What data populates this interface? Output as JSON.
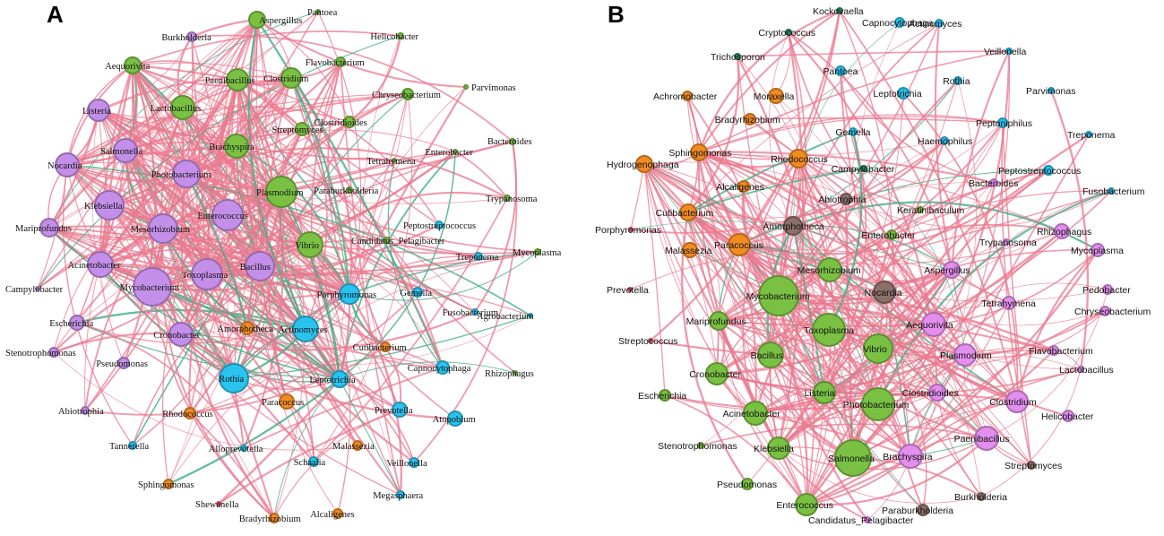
{
  "panels": [
    {
      "letter": "A",
      "nodes": [
        {
          "id": "Aspergillus",
          "c": "green",
          "s": 9
        },
        {
          "id": "Pantoea",
          "c": "green",
          "s": 2
        },
        {
          "id": "Burkholderia",
          "c": "purple",
          "s": 5
        },
        {
          "id": "Helicobacter",
          "c": "green",
          "s": 3
        },
        {
          "id": "Aequorivita",
          "c": "green",
          "s": 9
        },
        {
          "id": "Flavobacterium",
          "c": "green",
          "s": 5
        },
        {
          "id": "Paenibacillus",
          "c": "green",
          "s": 12
        },
        {
          "id": "Clostridium",
          "c": "green",
          "s": 11
        },
        {
          "id": "Chryseobacterium",
          "c": "green",
          "s": 6
        },
        {
          "id": "Parvimonas",
          "c": "green",
          "s": 2
        },
        {
          "id": "Listeria",
          "c": "purple",
          "s": 12
        },
        {
          "id": "Lactobacillus",
          "c": "green",
          "s": 13
        },
        {
          "id": "Clostridioides",
          "c": "green",
          "s": 6
        },
        {
          "id": "Bacteroides",
          "c": "green",
          "s": 3
        },
        {
          "id": "Salmonella",
          "c": "purple",
          "s": 13
        },
        {
          "id": "Streptomyces",
          "c": "green",
          "s": 7
        },
        {
          "id": "Brachyspira",
          "c": "green",
          "s": 13
        },
        {
          "id": "Enterobacter",
          "c": "green",
          "s": 2
        },
        {
          "id": "Nocardia",
          "c": "purple",
          "s": 13
        },
        {
          "id": "Photobacterium",
          "c": "purple",
          "s": 15
        },
        {
          "id": "Tetrahymena",
          "c": "green",
          "s": 2
        },
        {
          "id": "Plasmodium",
          "c": "green",
          "s": 17
        },
        {
          "id": "Paraburkholderia",
          "c": "green",
          "s": 3
        },
        {
          "id": "Trypanosoma",
          "c": "green",
          "s": 3
        },
        {
          "id": "Klebsiella",
          "c": "purple",
          "s": 16
        },
        {
          "id": "Enterococcus",
          "c": "purple",
          "s": 17
        },
        {
          "id": "Mesorhizobium",
          "c": "purple",
          "s": 16
        },
        {
          "id": "Mariprofundus",
          "c": "purple",
          "s": 10
        },
        {
          "id": "Peptostreptococcus",
          "c": "blue",
          "s": 4
        },
        {
          "id": "Vibrio",
          "c": "green",
          "s": 14
        },
        {
          "id": "Candidatus_Pelagibacter",
          "c": "green",
          "s": 3
        },
        {
          "id": "Mycoplasma",
          "c": "green",
          "s": 3
        },
        {
          "id": "Acinetobacter",
          "c": "purple",
          "s": 14
        },
        {
          "id": "Treponema",
          "c": "blue",
          "s": 4
        },
        {
          "id": "Bacillus",
          "c": "purple",
          "s": 16
        },
        {
          "id": "Toxoplasma",
          "c": "purple",
          "s": 17
        },
        {
          "id": "Mycobacterium",
          "c": "purple",
          "s": 21
        },
        {
          "id": "Campylobacter",
          "c": "purple",
          "s": 2
        },
        {
          "id": "Porphyromonas",
          "c": "blue",
          "s": 11
        },
        {
          "id": "Gemella",
          "c": "blue",
          "s": 5
        },
        {
          "id": "Fusobacterium",
          "c": "blue",
          "s": 3
        },
        {
          "id": "Agrobacterium",
          "c": "blue",
          "s": 2
        },
        {
          "id": "Escherichia",
          "c": "purple",
          "s": 8
        },
        {
          "id": "Amorphotheca",
          "c": "orange",
          "s": 7
        },
        {
          "id": "Actinomyces",
          "c": "blue",
          "s": 14
        },
        {
          "id": "Cronobacter",
          "c": "purple",
          "s": 13
        },
        {
          "id": "Stenotrophomonas",
          "c": "purple",
          "s": 5
        },
        {
          "id": "Cutibacterium",
          "c": "orange",
          "s": 5
        },
        {
          "id": "Rhizophagus",
          "c": "green",
          "s": 2
        },
        {
          "id": "Pseudomonas",
          "c": "purple",
          "s": 6
        },
        {
          "id": "Rothia",
          "c": "blue",
          "s": 16
        },
        {
          "id": "Leptotrichia",
          "c": "blue",
          "s": 9
        },
        {
          "id": "Capnocytophaga",
          "c": "blue",
          "s": 7
        },
        {
          "id": "Paracoccus",
          "c": "orange",
          "s": 8
        },
        {
          "id": "Abiotrophia",
          "c": "purple",
          "s": 4
        },
        {
          "id": "Prevotella",
          "c": "blue",
          "s": 8
        },
        {
          "id": "Atopobium",
          "c": "blue",
          "s": 8
        },
        {
          "id": "Rhodococcus",
          "c": "orange",
          "s": 6
        },
        {
          "id": "Tannerella",
          "c": "blue",
          "s": 4
        },
        {
          "id": "Malassezia",
          "c": "orange",
          "s": 5
        },
        {
          "id": "Alloprevotella",
          "c": "blue",
          "s": 3
        },
        {
          "id": "Schaalia",
          "c": "blue",
          "s": 5
        },
        {
          "id": "Veillonella",
          "c": "blue",
          "s": 5
        },
        {
          "id": "Sphingomonas",
          "c": "orange",
          "s": 5
        },
        {
          "id": "Megasphaera",
          "c": "blue",
          "s": 4
        },
        {
          "id": "Shewanella",
          "c": "pink",
          "s": 2
        },
        {
          "id": "Bradyrhizobium",
          "c": "orange",
          "s": 5
        },
        {
          "id": "Alcaligenes",
          "c": "orange",
          "s": 5
        }
      ]
    },
    {
      "letter": "B",
      "nodes": [
        {
          "id": "Kockovaella",
          "c": "dgreen",
          "s": 3
        },
        {
          "id": "Cryptococcus",
          "c": "dgreen",
          "s": 3
        },
        {
          "id": "Capnocytophaga",
          "c": "blue",
          "s": 5
        },
        {
          "id": "Actinomyces",
          "c": "blue",
          "s": 4
        },
        {
          "id": "Veillonella",
          "c": "blue",
          "s": 3
        },
        {
          "id": "Trichosporon",
          "c": "dgreen",
          "s": 3
        },
        {
          "id": "Pantoea",
          "c": "blue",
          "s": 5
        },
        {
          "id": "Rothia",
          "c": "blue",
          "s": 4
        },
        {
          "id": "Leptotrichia",
          "c": "blue",
          "s": 6
        },
        {
          "id": "Parvimonas",
          "c": "blue",
          "s": 3
        },
        {
          "id": "Achromobacter",
          "c": "orange",
          "s": 5
        },
        {
          "id": "Moraxella",
          "c": "orange",
          "s": 8
        },
        {
          "id": "Bradyrhizobium",
          "c": "orange",
          "s": 6
        },
        {
          "id": "Peptoniphilus",
          "c": "blue",
          "s": 5
        },
        {
          "id": "Gemella",
          "c": "blue",
          "s": 4
        },
        {
          "id": "Treponema",
          "c": "blue",
          "s": 3
        },
        {
          "id": "Haemophilus",
          "c": "blue",
          "s": 4
        },
        {
          "id": "Sphingomonas",
          "c": "orange",
          "s": 9
        },
        {
          "id": "Rhodococcus",
          "c": "orange",
          "s": 10
        },
        {
          "id": "Campylobacter",
          "c": "dgreen",
          "s": 3
        },
        {
          "id": "Hydrogenophaga",
          "c": "orange",
          "s": 9
        },
        {
          "id": "Peptostreptococcus",
          "c": "blue",
          "s": 5
        },
        {
          "id": "Alcaligenes",
          "c": "orange",
          "s": 6
        },
        {
          "id": "Bacteroides",
          "c": "violet",
          "s": 4
        },
        {
          "id": "Fusobacterium",
          "c": "blue",
          "s": 3
        },
        {
          "id": "Abiotrophia",
          "c": "brown",
          "s": 6
        },
        {
          "id": "Cutibacterium",
          "c": "orange",
          "s": 9
        },
        {
          "id": "Keratinibaculum",
          "c": "green",
          "s": 3
        },
        {
          "id": "Amorphotheca",
          "c": "brown",
          "s": 10
        },
        {
          "id": "Porphyromonas",
          "c": "pink",
          "s": 2
        },
        {
          "id": "Enterobacter",
          "c": "green",
          "s": 5
        },
        {
          "id": "Rhizophagus",
          "c": "violet",
          "s": 8
        },
        {
          "id": "Trypanosoma",
          "c": "violet",
          "s": 3
        },
        {
          "id": "Paracoccus",
          "c": "orange",
          "s": 12
        },
        {
          "id": "Mycoplasma",
          "c": "violet",
          "s": 7
        },
        {
          "id": "Malassezia",
          "c": "orange",
          "s": 8
        },
        {
          "id": "Mesorhizobium",
          "c": "green",
          "s": 13
        },
        {
          "id": "Aspergillus",
          "c": "violet",
          "s": 9
        },
        {
          "id": "Prevotella",
          "c": "pink",
          "s": 2
        },
        {
          "id": "Nocardia",
          "c": "brown",
          "s": 12
        },
        {
          "id": "Pedobacter",
          "c": "violet",
          "s": 5
        },
        {
          "id": "Mycobacterium",
          "c": "green",
          "s": 22
        },
        {
          "id": "Tetrahymena",
          "c": "violet",
          "s": 7
        },
        {
          "id": "Chryseobacterium",
          "c": "violet",
          "s": 5
        },
        {
          "id": "Mariprofundus",
          "c": "green",
          "s": 10
        },
        {
          "id": "Aequorivita",
          "c": "violet",
          "s": 13
        },
        {
          "id": "Streptococcus",
          "c": "pink",
          "s": 2
        },
        {
          "id": "Toxoplasma",
          "c": "green",
          "s": 18
        },
        {
          "id": "Vibrio",
          "c": "green",
          "s": 16
        },
        {
          "id": "Flavobacterium",
          "c": "violet",
          "s": 5
        },
        {
          "id": "Bacillus",
          "c": "green",
          "s": 14
        },
        {
          "id": "Plasmodium",
          "c": "violet",
          "s": 12
        },
        {
          "id": "Lactobacillus",
          "c": "violet",
          "s": 3
        },
        {
          "id": "Cronobacter",
          "c": "green",
          "s": 12
        },
        {
          "id": "Escherichia",
          "c": "green",
          "s": 6
        },
        {
          "id": "Listeria",
          "c": "green",
          "s": 12
        },
        {
          "id": "Clostridioides",
          "c": "violet",
          "s": 9
        },
        {
          "id": "Clostridium",
          "c": "violet",
          "s": 12
        },
        {
          "id": "Photobacterium",
          "c": "green",
          "s": 18
        },
        {
          "id": "Acinetobacter",
          "c": "green",
          "s": 13
        },
        {
          "id": "Helicobacter",
          "c": "violet",
          "s": 6
        },
        {
          "id": "Paenibacillus",
          "c": "violet",
          "s": 13
        },
        {
          "id": "Stenotrophomonas",
          "c": "green",
          "s": 3
        },
        {
          "id": "Klebsiella",
          "c": "green",
          "s": 12
        },
        {
          "id": "Salmonella",
          "c": "green",
          "s": 20
        },
        {
          "id": "Brachyspira",
          "c": "violet",
          "s": 13
        },
        {
          "id": "Streptomyces",
          "c": "brown",
          "s": 4
        },
        {
          "id": "Pseudomonas",
          "c": "green",
          "s": 6
        },
        {
          "id": "Burkholderia",
          "c": "brown",
          "s": 4
        },
        {
          "id": "Enterococcus",
          "c": "green",
          "s": 12
        },
        {
          "id": "Paraburkholderia",
          "c": "brown",
          "s": 6
        },
        {
          "id": "Candidatus_Pelagibacter",
          "c": "violet",
          "s": 3
        }
      ]
    }
  ],
  "colors": {
    "green": "#7ac143",
    "purple": "#c48fe8",
    "blue": "#29c3ee",
    "orange": "#f08c22",
    "pink": "#ec5f7a",
    "dgreen": "#2f8f6a",
    "violet": "#e38fee",
    "brown": "#8b6f68",
    "edge_pos": "#e9788f",
    "edge_neg": "#3fae86"
  }
}
